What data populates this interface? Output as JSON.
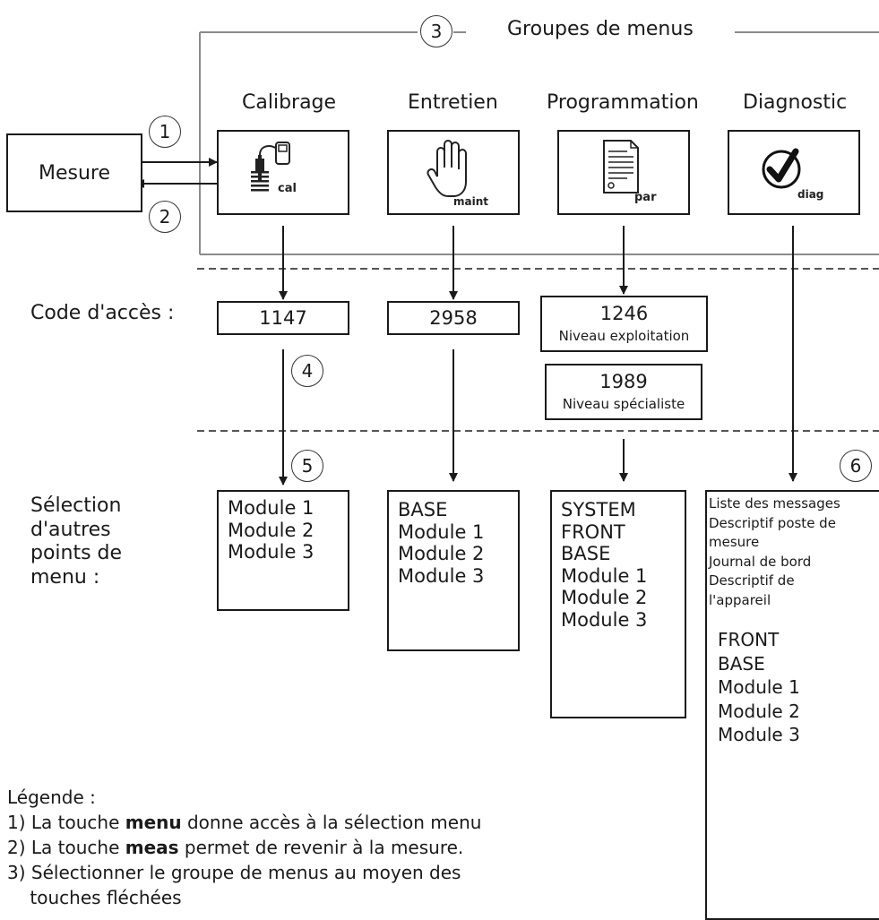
{
  "groups_title": "Groupes de menus",
  "mesure": "Mesure",
  "callouts": [
    "1",
    "2",
    "3",
    "4",
    "5",
    "6"
  ],
  "groups": [
    {
      "name": "Calibrage",
      "icon": "calibration-probe-icon",
      "icon_text": "cal"
    },
    {
      "name": "Entretien",
      "icon": "hand-icon",
      "icon_text": "maint"
    },
    {
      "name": "Programmation",
      "icon": "document-icon",
      "icon_text": "par"
    },
    {
      "name": "Diagnostic",
      "icon": "checkmark-icon",
      "icon_text": "diag"
    }
  ],
  "code_label": "Code d'accès :",
  "codes": {
    "calibrage": "1147",
    "entretien": "2958",
    "prog_operator": {
      "code": "1246",
      "level": "Niveau exploitation"
    },
    "prog_specialist": {
      "code": "1989",
      "level": "Niveau spécialiste"
    }
  },
  "selection_label": [
    "Sélection",
    "d'autres",
    "points de",
    "menu :"
  ],
  "submenus": {
    "calibrage": [
      "Module 1",
      "Module 2",
      "Module 3"
    ],
    "entretien": [
      "BASE",
      "Module 1",
      "Module 2",
      "Module 3"
    ],
    "programmation": [
      "SYSTEM",
      "FRONT",
      "BASE",
      "Module 1",
      "Module 2",
      "Module 3"
    ],
    "diagnostic_top": [
      "Liste des messages",
      "Descriptif poste de",
      "mesure",
      "Journal de bord",
      "Descriptif de",
      "l'appareil"
    ],
    "diagnostic_bottom": [
      "FRONT",
      "BASE",
      "Module 1",
      "Module 2",
      "Module 3"
    ]
  },
  "legend": {
    "title": "Légende :",
    "l1_pre": "1) La touche ",
    "l1_key": "menu",
    "l1_post": " donne accès à la sélection menu",
    "l2_pre": "2) La touche ",
    "l2_key": "meas",
    "l2_post": " permet de revenir à la mesure.",
    "l3": "3) Sélectionner le groupe de menus au moyen des",
    "l4": "    touches fléchées"
  }
}
